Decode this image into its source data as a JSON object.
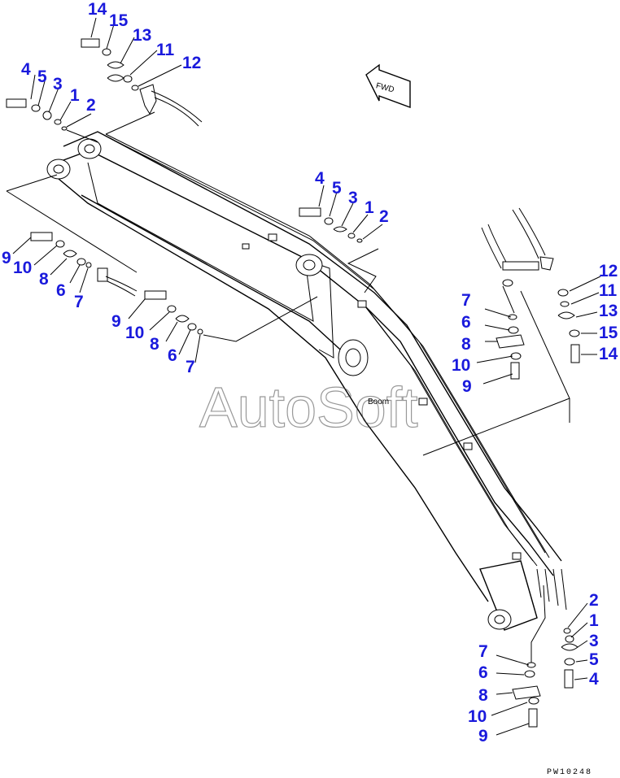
{
  "diagram": {
    "direction_label": "FWD",
    "watermark": "AutoSoft",
    "part_caption": "Boom",
    "drawing_code": "PW10248",
    "callout_color": "#1a1adc",
    "callouts": [
      {
        "id": "c1",
        "text": "14"
      },
      {
        "id": "c2",
        "text": "15"
      },
      {
        "id": "c3",
        "text": "13"
      },
      {
        "id": "c4",
        "text": "11"
      },
      {
        "id": "c5",
        "text": "12"
      },
      {
        "id": "c6",
        "text": "4"
      },
      {
        "id": "c7",
        "text": "5"
      },
      {
        "id": "c8",
        "text": "3"
      },
      {
        "id": "c9",
        "text": "1"
      },
      {
        "id": "c10",
        "text": "2"
      },
      {
        "id": "c11",
        "text": "4"
      },
      {
        "id": "c12",
        "text": "5"
      },
      {
        "id": "c13",
        "text": "3"
      },
      {
        "id": "c14",
        "text": "1"
      },
      {
        "id": "c15",
        "text": "2"
      },
      {
        "id": "c16",
        "text": "9"
      },
      {
        "id": "c17",
        "text": "10"
      },
      {
        "id": "c18",
        "text": "8"
      },
      {
        "id": "c19",
        "text": "6"
      },
      {
        "id": "c20",
        "text": "7"
      },
      {
        "id": "c21",
        "text": "9"
      },
      {
        "id": "c22",
        "text": "10"
      },
      {
        "id": "c23",
        "text": "8"
      },
      {
        "id": "c24",
        "text": "6"
      },
      {
        "id": "c25",
        "text": "7"
      },
      {
        "id": "c26",
        "text": "12"
      },
      {
        "id": "c27",
        "text": "11"
      },
      {
        "id": "c28",
        "text": "13"
      },
      {
        "id": "c29",
        "text": "15"
      },
      {
        "id": "c30",
        "text": "14"
      },
      {
        "id": "c31",
        "text": "7"
      },
      {
        "id": "c32",
        "text": "6"
      },
      {
        "id": "c33",
        "text": "8"
      },
      {
        "id": "c34",
        "text": "10"
      },
      {
        "id": "c35",
        "text": "9"
      },
      {
        "id": "c36",
        "text": "2"
      },
      {
        "id": "c37",
        "text": "1"
      },
      {
        "id": "c38",
        "text": "3"
      },
      {
        "id": "c39",
        "text": "5"
      },
      {
        "id": "c40",
        "text": "4"
      },
      {
        "id": "c41",
        "text": "7"
      },
      {
        "id": "c42",
        "text": "6"
      },
      {
        "id": "c43",
        "text": "8"
      },
      {
        "id": "c44",
        "text": "10"
      },
      {
        "id": "c45",
        "text": "9"
      }
    ]
  }
}
